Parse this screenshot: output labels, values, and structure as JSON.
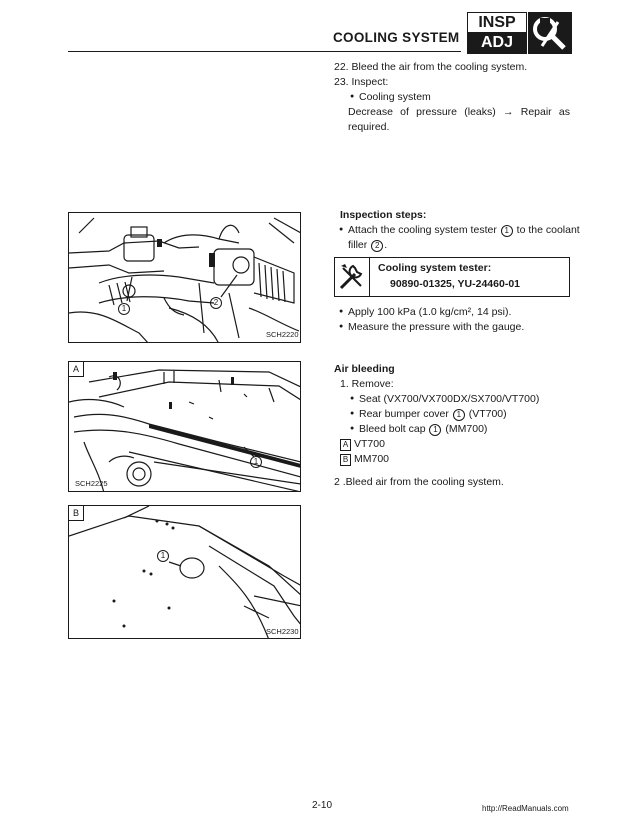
{
  "header": {
    "title": "COOLING SYSTEM",
    "tag_top": "INSP",
    "tag_bottom": "ADJ",
    "tool_icon": "wrench-screwdriver-icon"
  },
  "steps": {
    "s22": "22. Bleed the air from the cooling system.",
    "s23": "23. Inspect:",
    "s23_item": "Cooling system",
    "s23_desc1": "Decrease of pressure (leaks) → Repair as",
    "s23_desc2": "required."
  },
  "inspection": {
    "heading": "Inspection steps:",
    "step1_a": "Attach the cooling system tester",
    "step1_num1": "1",
    "step1_b": "to the coolant",
    "step1_c": "filler",
    "step1_num2": "2",
    "step1_d": ".",
    "tool_label": "Cooling system tester:",
    "tool_parts": "90890-01325, YU-24460-01",
    "step2": "Apply 100 kPa (1.0 kg/cm², 14 psi).",
    "step3": "Measure the pressure with the gauge."
  },
  "air_bleeding": {
    "heading": "Air bleeding",
    "remove": "1. Remove:",
    "item1": "Seat (VX700/VX700DX/SX700/VT700)",
    "item2_a": "Rear bumper cover",
    "item2_num": "1",
    "item2_b": "(VT700)",
    "item3_a": "Bleed bolt cap",
    "item3_num": "1",
    "item3_b": "(MM700)",
    "legend_a_key": "A",
    "legend_a": "VT700",
    "legend_b_key": "B",
    "legend_b": "MM700",
    "step2": "2 .Bleed air from the cooling system."
  },
  "figures": {
    "fig1": {
      "code": "SCH2220",
      "callout1": "1",
      "callout2": "2"
    },
    "fig2": {
      "label": "A",
      "code": "SCH2225",
      "callout1": "1"
    },
    "fig3": {
      "label": "B",
      "code": "SCH2230",
      "callout1": "1"
    }
  },
  "footer": {
    "page": "2-10",
    "url": "http://ReadManuals.com"
  }
}
